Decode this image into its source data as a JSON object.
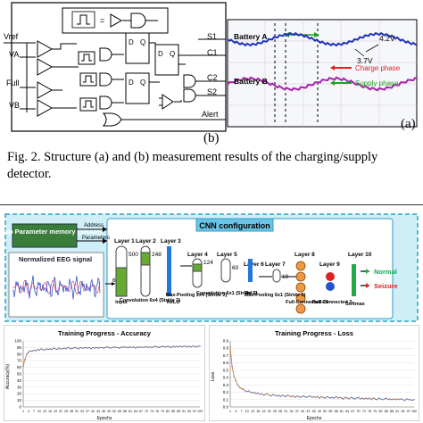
{
  "figure_top": {
    "circuit": {
      "left_labels": [
        "Vref",
        "VA",
        "Full",
        "VB"
      ],
      "right_labels": [
        "S1",
        "C1",
        "C2",
        "S2",
        "Alert"
      ],
      "ff_labels": [
        "D",
        "Q",
        "D",
        "Q",
        "D",
        "Q"
      ]
    },
    "scope": {
      "battery_a": "Battery A",
      "battery_b": "Battery B",
      "v_high": "4.2V",
      "v_low": "3.7V",
      "legend_charge": "Charge phase",
      "legend_supply": "Supply phase",
      "colors": {
        "charge": "#e02020",
        "supply": "#20a020",
        "trace_a": "#2233bb",
        "trace_b": "#aa22aa",
        "scope_bg": "#f6f7fb"
      }
    },
    "label_a": "(a)",
    "label_b": "(b)",
    "caption": "Fig. 2. Structure (a) and (b) measurement results of the charging/supply detector."
  },
  "figure_bottom": {
    "cnn": {
      "title": "CNN configuration",
      "param_memory": "On-chip Parameter memory (SRAM)",
      "address": "Address",
      "parameters": "Parameters",
      "eeg_title": "Normalized EEG signal",
      "layers": [
        "Layer 1",
        "Layer 2",
        "Layer 3",
        "Layer 4",
        "Layer 5",
        "Layer 6",
        "Layer 7",
        "Layer 8",
        "Layer 9",
        "Layer 10"
      ],
      "blocks": [
        "Input",
        "Convolution 6x4 (Stride 2)",
        "ReLU",
        "Max-Pooling 2x4 (Stride 2)",
        "Convolution 6x1 (Stride 2)",
        "ReLU",
        "Max-Pooling 6x1 (Stride 6)",
        "Full-Connected 20",
        "Full-Connected 2",
        "Softmax"
      ],
      "dims": [
        "500",
        "6",
        "248",
        "124",
        "60",
        "10"
      ],
      "outputs": [
        "Normal",
        "Seizure"
      ],
      "colors": {
        "panel_bg": "#cfeef8",
        "panel_border": "#2aa0c8",
        "layer_green": "#66aa33",
        "layer_blue": "#2277dd",
        "fc_orange": "#ee9944",
        "normal_green": "#22aa44",
        "seizure_red": "#dd2222"
      }
    },
    "acc_chart": {
      "title": "Training Progress - Accuracy",
      "xlabel": "Epochs",
      "ylabel": "Accuracy(%)"
    },
    "loss_chart": {
      "title": "Training Progress - Loss",
      "xlabel": "Epochs",
      "ylabel": "Loss"
    }
  },
  "chart_data": [
    {
      "type": "line",
      "title": "Training Progress - Accuracy",
      "xlabel": "Epochs",
      "ylabel": "Accuracy(%)",
      "ylim": [
        0,
        100
      ],
      "xlim": [
        1,
        100
      ],
      "x_ticks": [
        1,
        4,
        7,
        10,
        13,
        16,
        19,
        22,
        25,
        28,
        31,
        34,
        37,
        40,
        43,
        46,
        49,
        52,
        55,
        58,
        61,
        64,
        67,
        70,
        73,
        76,
        79,
        82,
        85,
        88,
        91,
        94,
        97,
        100
      ],
      "y_ticks": [
        0,
        10,
        20,
        30,
        40,
        50,
        60,
        70,
        80,
        90,
        100
      ],
      "series": [
        {
          "values": [
            62,
            72,
            80,
            83,
            85,
            84,
            86,
            85,
            87,
            86,
            88,
            87,
            86,
            88,
            87,
            88,
            87,
            89,
            88,
            87,
            89,
            88,
            88,
            89,
            88,
            90,
            89,
            88,
            89,
            90,
            89,
            88,
            90,
            89,
            89,
            90,
            89,
            90,
            88,
            90,
            89,
            90,
            89,
            90,
            90,
            89,
            90,
            91,
            90,
            89,
            90,
            91,
            90,
            90,
            89,
            91,
            90,
            91,
            90,
            90,
            91,
            90,
            91,
            89,
            91,
            90,
            91,
            90,
            91,
            91,
            90,
            91,
            90,
            91,
            92,
            91,
            90,
            91,
            92,
            91,
            91,
            92,
            91,
            90,
            92,
            91,
            92,
            91,
            92,
            91,
            92,
            92,
            91,
            92,
            91,
            92,
            92,
            91,
            92,
            92
          ]
        }
      ],
      "grid": true
    },
    {
      "type": "line",
      "title": "Training Progress - Loss",
      "xlabel": "Epochs",
      "ylabel": "Loss",
      "ylim": [
        0,
        0.9
      ],
      "xlim": [
        1,
        100
      ],
      "x_ticks": [
        1,
        4,
        7,
        10,
        13,
        16,
        19,
        22,
        25,
        28,
        31,
        34,
        37,
        40,
        43,
        46,
        49,
        52,
        55,
        58,
        61,
        64,
        67,
        70,
        73,
        76,
        79,
        82,
        85,
        88,
        91,
        94,
        97,
        100
      ],
      "y_ticks": [
        0,
        0.1,
        0.2,
        0.3,
        0.4,
        0.5,
        0.6,
        0.7,
        0.8,
        0.9
      ],
      "series": [
        {
          "values": [
            0.82,
            0.55,
            0.42,
            0.36,
            0.3,
            0.27,
            0.25,
            0.24,
            0.22,
            0.21,
            0.22,
            0.2,
            0.19,
            0.2,
            0.18,
            0.19,
            0.17,
            0.18,
            0.16,
            0.17,
            0.18,
            0.16,
            0.15,
            0.17,
            0.16,
            0.15,
            0.16,
            0.14,
            0.16,
            0.15,
            0.14,
            0.16,
            0.15,
            0.14,
            0.15,
            0.13,
            0.15,
            0.14,
            0.13,
            0.15,
            0.14,
            0.13,
            0.14,
            0.15,
            0.13,
            0.14,
            0.13,
            0.14,
            0.12,
            0.14,
            0.13,
            0.12,
            0.14,
            0.13,
            0.12,
            0.13,
            0.12,
            0.14,
            0.12,
            0.13,
            0.12,
            0.11,
            0.13,
            0.12,
            0.11,
            0.13,
            0.12,
            0.11,
            0.12,
            0.13,
            0.11,
            0.12,
            0.11,
            0.12,
            0.11,
            0.12,
            0.1,
            0.12,
            0.11,
            0.1,
            0.12,
            0.11,
            0.1,
            0.11,
            0.12,
            0.1,
            0.11,
            0.1,
            0.11,
            0.1,
            0.11,
            0.1,
            0.11,
            0.1,
            0.09,
            0.11,
            0.1,
            0.1,
            0.09,
            0.1
          ]
        }
      ],
      "grid": true
    }
  ]
}
